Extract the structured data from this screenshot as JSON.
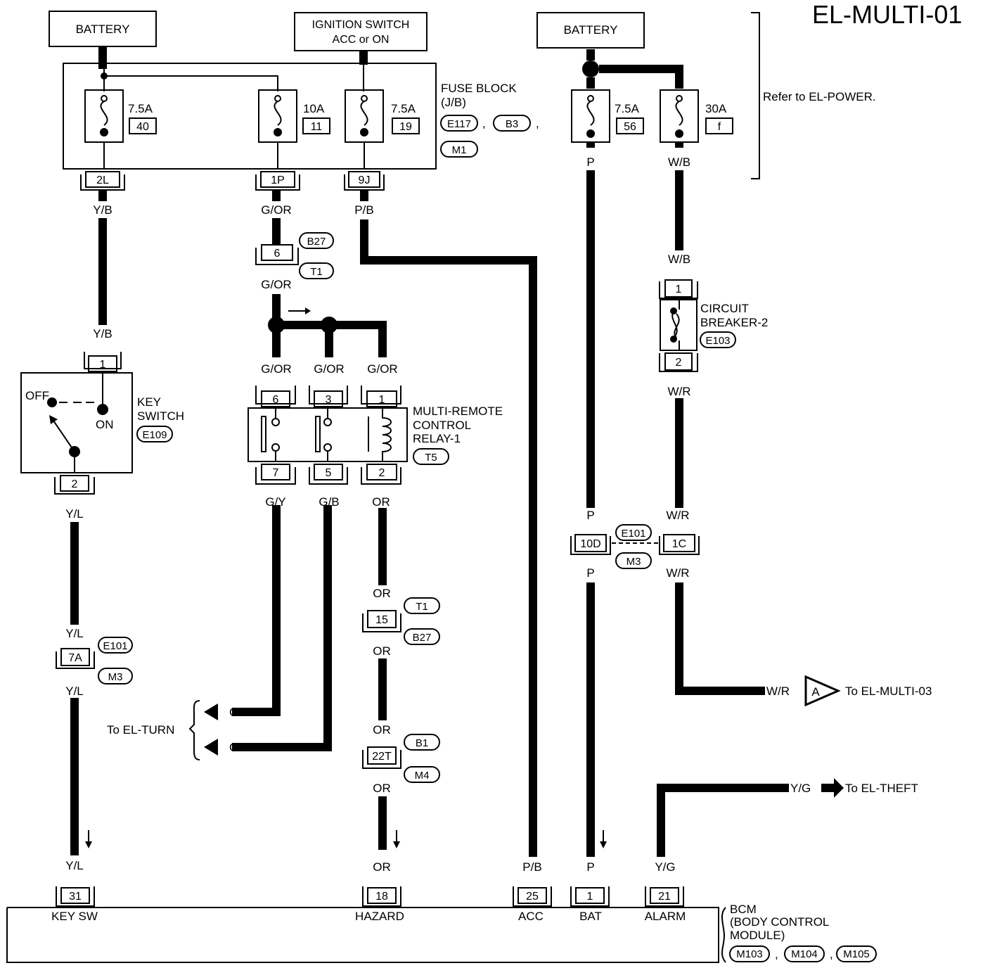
{
  "page_title": "EL-MULTI-01",
  "power": {
    "battery_left": "BATTERY",
    "ignition_line1": "IGNITION SWITCH",
    "ignition_line2": "ACC or ON",
    "battery_right": "BATTERY"
  },
  "fuse_block": {
    "label_line1": "FUSE BLOCK",
    "label_line2": "(J/B)",
    "conn_e117": "E117",
    "conn_b3": "B3",
    "conn_m1": "M1",
    "sep1": ",",
    "sep2": ",",
    "fuses": [
      {
        "rating": "7.5A",
        "number": "40",
        "terminal": "2L",
        "wire": "Y/B"
      },
      {
        "rating": "10A",
        "number": "11",
        "terminal": "1P",
        "wire": "G/OR"
      },
      {
        "rating": "7.5A",
        "number": "19",
        "terminal": "9J",
        "wire": "P/B"
      }
    ]
  },
  "right_fuses": [
    {
      "rating": "7.5A",
      "number": "56",
      "wire": "P"
    },
    {
      "rating": "30A",
      "number": "f",
      "wire": "W/B"
    }
  ],
  "refer_note": "Refer to EL-POWER.",
  "key_switch": {
    "line1": "KEY",
    "line2": "SWITCH",
    "connector": "E109",
    "off": "OFF",
    "on": "ON",
    "pin_top": "1",
    "pin_bottom": "2",
    "wire_in": "Y/B",
    "wire_out": "Y/L"
  },
  "left_branch": {
    "conn_pin": "7A",
    "conn_e101": "E101",
    "conn_m3": "M3",
    "wire_a": "Y/L",
    "wire_b": "Y/L",
    "wire_c": "Y/L"
  },
  "g_or_branch": {
    "pin": "6",
    "conn_b27": "B27",
    "conn_t1": "T1",
    "wire_a": "G/OR"
  },
  "relay": {
    "line1": "MULTI-REMOTE",
    "line2": "CONTROL",
    "line3": "RELAY-1",
    "connector": "T5",
    "top_pins": [
      "6",
      "3",
      "1"
    ],
    "bottom_pins": [
      "7",
      "5",
      "2"
    ],
    "top_wires": [
      "G/OR",
      "G/OR",
      "G/OR"
    ],
    "bottom_wires": [
      "G/Y",
      "G/B",
      "OR"
    ]
  },
  "to_el_turn": {
    "label": "To EL-TURN",
    "wire1": "G/Y",
    "wire2": "G/B"
  },
  "or_branch": {
    "pin1": "15",
    "conn_t1": "T1",
    "conn_b27": "B27",
    "pin2": "22T",
    "conn_b1": "B1",
    "conn_m4": "M4",
    "wire": "OR"
  },
  "circuit_breaker": {
    "line1": "CIRCUIT",
    "line2": "BREAKER-2",
    "connector": "E103",
    "pin_top": "1",
    "pin_bottom": "2",
    "wire_in": "W/B",
    "wire_out": "W/R"
  },
  "right_junction": {
    "pin_p": "10D",
    "pin_wr": "1C",
    "conn_e101": "E101",
    "conn_m3": "M3"
  },
  "to_el_multi_03": {
    "wire": "W/R",
    "arrow_label": "A",
    "label": "To EL-MULTI-03"
  },
  "to_el_theft": {
    "wire": "Y/G",
    "label": "To EL-THEFT"
  },
  "bcm": {
    "line1": "BCM",
    "line2": "(BODY CONTROL",
    "line3": "MODULE)",
    "conn_m103": "M103",
    "conn_m104": "M104",
    "conn_m105": "M105",
    "sep1": ",",
    "sep2": ",",
    "terminals": [
      {
        "pin": "31",
        "name": "KEY SW",
        "wire": "Y/L"
      },
      {
        "pin": "18",
        "name": "HAZARD",
        "wire": "OR"
      },
      {
        "pin": "25",
        "name": "ACC",
        "wire": "P/B"
      },
      {
        "pin": "1",
        "name": "BAT",
        "wire": "P"
      },
      {
        "pin": "21",
        "name": "ALARM",
        "wire": "Y/G"
      }
    ]
  }
}
